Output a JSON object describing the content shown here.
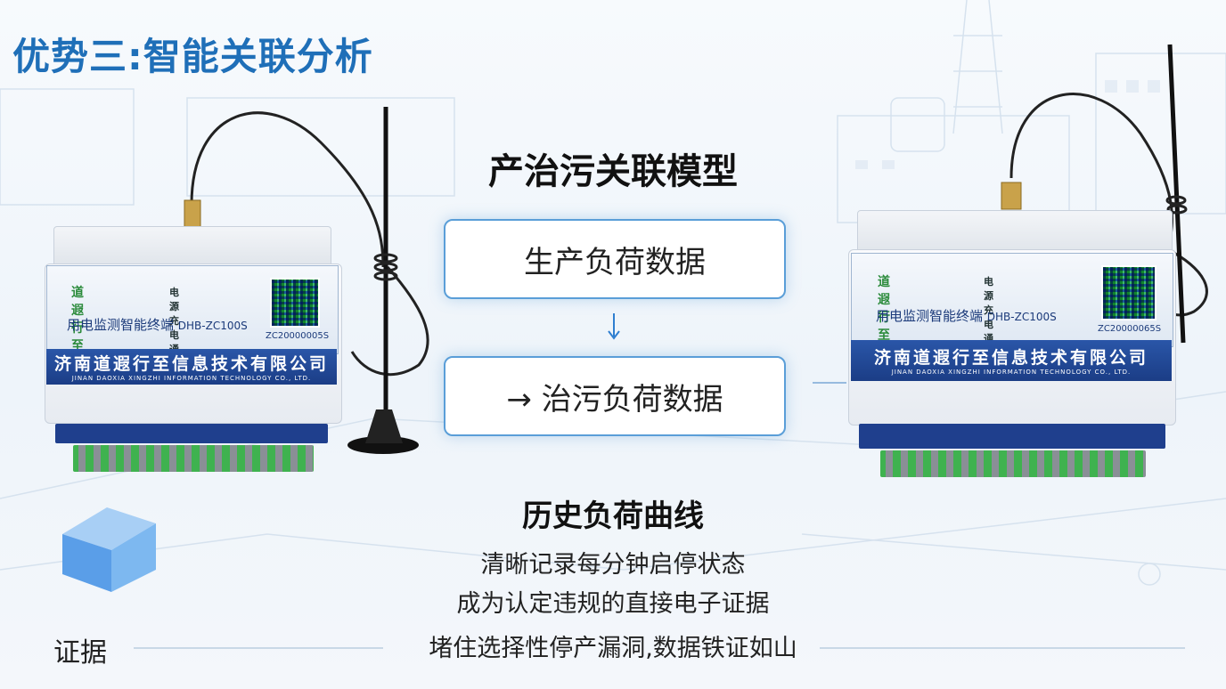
{
  "page": {
    "title": "优势三:智能关联分析"
  },
  "model": {
    "title": "产治污关联模型",
    "box1": "生产负荷数据",
    "box2": "→ 治污负荷数据"
  },
  "history": {
    "title": "历史负荷曲线",
    "line1": "清晰记录每分钟启停状态",
    "line2": "成为认定违规的直接电子证据",
    "line3": "堵住选择性停产漏洞,数据铁证如山"
  },
  "evidence_label": "证据",
  "device_left": {
    "brand": "道遐行至",
    "leds": "电源 充电 通讯",
    "model_label": "用电监测智能终端",
    "model_code": "DHB-ZC100S",
    "serial": "ZC20000005S",
    "company": "济南道遐行至信息技术有限公司",
    "company_en": "JINAN DAOXIA XINGZHI INFORMATION TECHNOLOGY CO., LTD."
  },
  "device_right": {
    "brand": "道遐行至",
    "leds": "电源 充电 通讯",
    "model_label": "用电监测智能终端",
    "model_code": "DHB-ZC100S",
    "serial": "ZC20000065S",
    "company": "济南道遐行至信息技术有限公司",
    "company_en": "JINAN DAOXIA XINGZHI INFORMATION TECHNOLOGY CO., LTD."
  },
  "colors": {
    "title_blue": "#1f6fb8",
    "box_border": "#5a9ed8",
    "arrow_blue": "#2f7fd0"
  }
}
